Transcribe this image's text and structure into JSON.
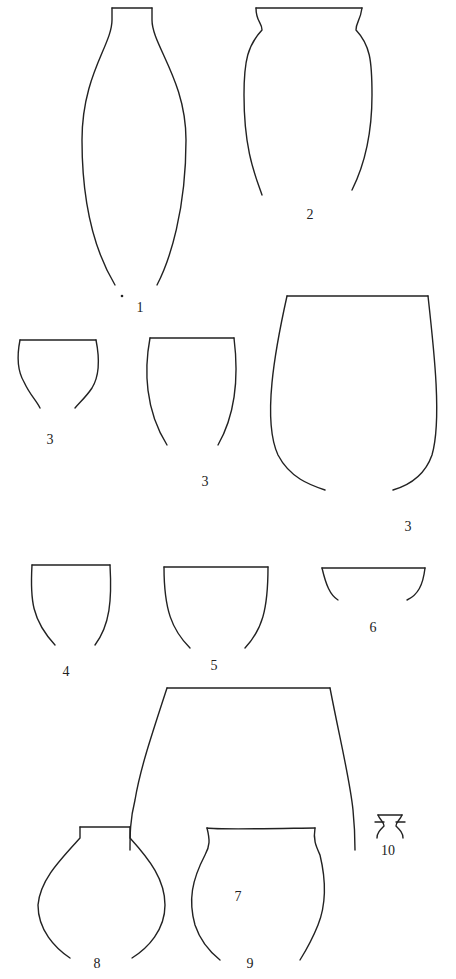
{
  "diagram": {
    "labels": [
      "1",
      "2",
      "3",
      "3",
      "3",
      "4",
      "5",
      "6",
      "7",
      "8",
      "9",
      "10"
    ]
  }
}
